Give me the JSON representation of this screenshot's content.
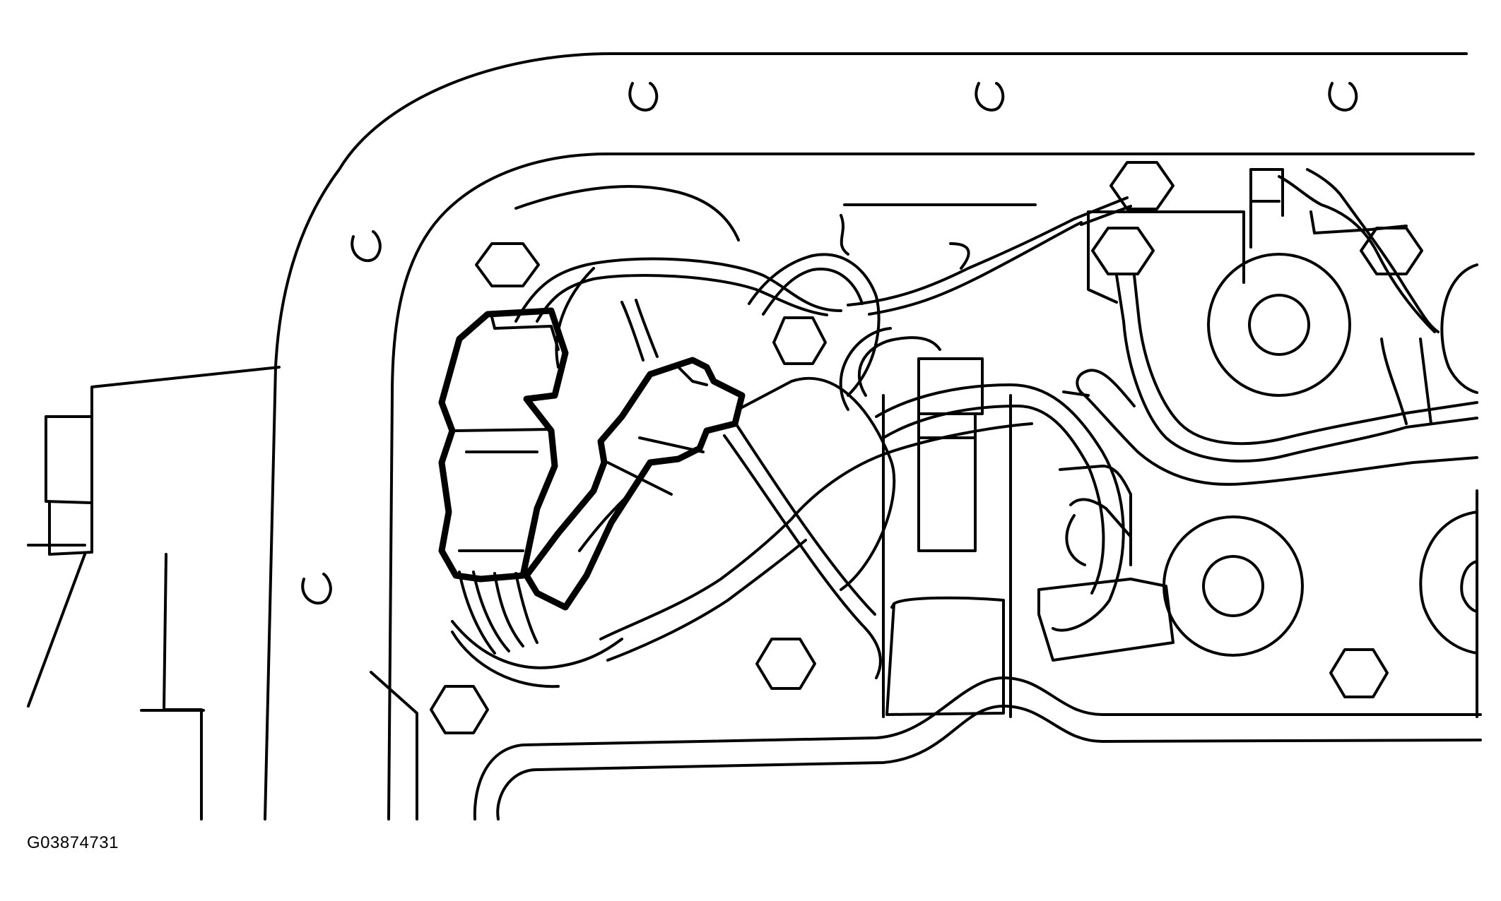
{
  "figure": {
    "id_label": "G03874731",
    "colors": {
      "stroke": "#000000",
      "background": "#ffffff"
    },
    "parts": [
      "valve-body-cover",
      "bolt-hex-heads",
      "retaining-clips",
      "wire-harness",
      "electrical-connector-pair",
      "solenoid",
      "sensor-bracket"
    ]
  }
}
